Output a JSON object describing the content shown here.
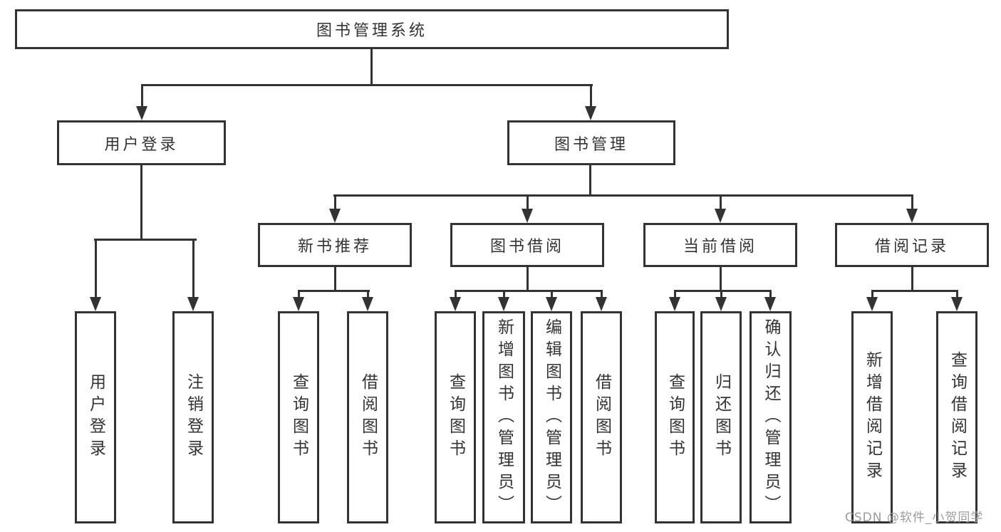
{
  "diagram_type": "hierarchy-tree",
  "colors": {
    "line": "#333333",
    "text": "#333333",
    "box_background": "#ffffff",
    "page_background": "#ffffff",
    "watermark": "#9c9c9c"
  },
  "watermark": {
    "text": "CSDN @软件_小贺同学"
  },
  "diagram": {
    "root": {
      "label": "图书管理系统",
      "children": [
        {
          "label": "用户登录",
          "children": [
            {
              "label": "用户登录"
            },
            {
              "label": "注销登录"
            }
          ]
        },
        {
          "label": "图书管理",
          "children": [
            {
              "label": "新书推荐",
              "children": [
                {
                  "label": "查询图书"
                },
                {
                  "label": "借阅图书"
                }
              ]
            },
            {
              "label": "图书借阅",
              "children": [
                {
                  "label": "查询图书"
                },
                {
                  "label": "新增图书（管理员）"
                },
                {
                  "label": "编辑图书（管理员）"
                },
                {
                  "label": "借阅图书"
                }
              ]
            },
            {
              "label": "当前借阅",
              "children": [
                {
                  "label": "查询图书"
                },
                {
                  "label": "归还图书"
                },
                {
                  "label": "确认归还（管理员）"
                }
              ]
            },
            {
              "label": "借阅记录",
              "children": [
                {
                  "label": "新增借阅记录"
                },
                {
                  "label": "查询借阅记录"
                }
              ]
            }
          ]
        }
      ]
    }
  }
}
